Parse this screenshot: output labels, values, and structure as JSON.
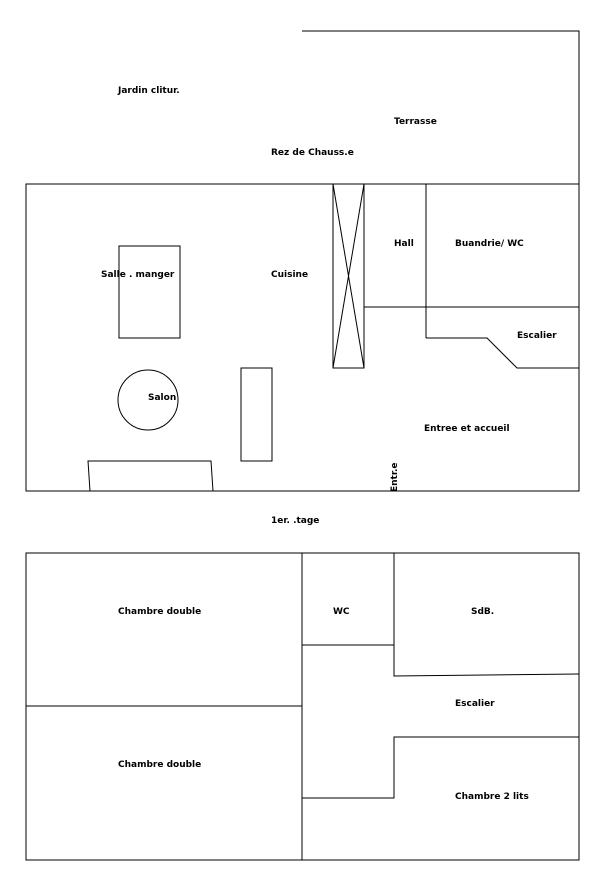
{
  "ground_floor": {
    "title": "Rez de Chauss.e",
    "labels": {
      "garden": "Jardin clitur.",
      "terrace": "Terrasse",
      "dining": "Salle . manger",
      "kitchen": "Cuisine",
      "hall": "Hall",
      "laundry": "Buandrie/ WC",
      "stairs": "Escalier",
      "living": "Salon",
      "entrance_hall": "Entree et accueil",
      "entrance": "Entr.e"
    }
  },
  "first_floor": {
    "title": "1er. .tage",
    "labels": {
      "double_room_1": "Chambre double",
      "double_room_2": "Chambre double",
      "wc": "WC",
      "bathroom": "SdB.",
      "stairs": "Escalier",
      "twin_room": "Chambre 2 lits"
    }
  },
  "colors": {
    "line": "#000000",
    "background": "#ffffff"
  }
}
